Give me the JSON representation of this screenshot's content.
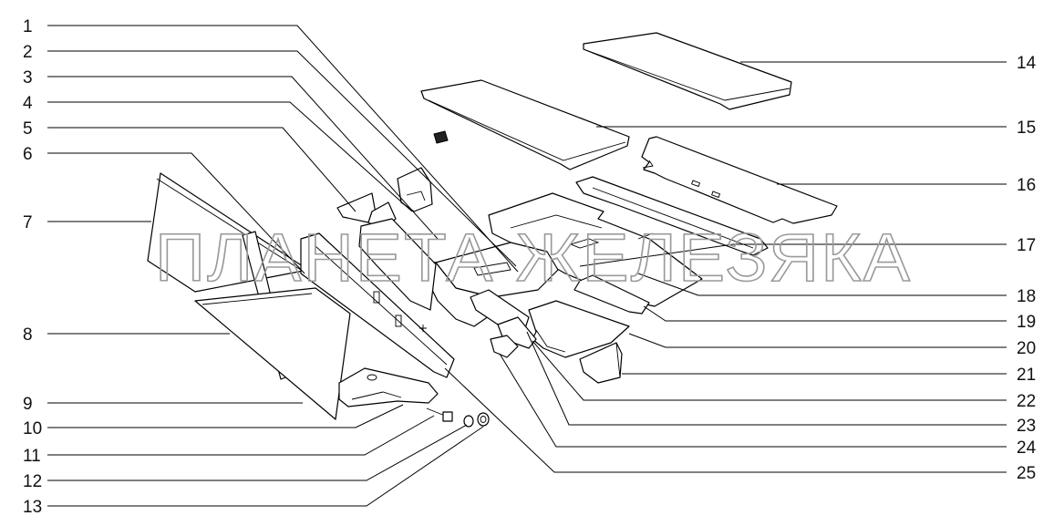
{
  "left_callouts": [
    "1",
    "2",
    "3",
    "4",
    "5",
    "6",
    "7",
    "8",
    "9",
    "10",
    "11",
    "12",
    "13"
  ],
  "right_callouts": [
    "14",
    "15",
    "16",
    "17",
    "18",
    "19",
    "20",
    "21",
    "22",
    "23",
    "24",
    "25"
  ],
  "watermark": "ПЛАНЕТА ЖЕЛЕЗЯКА",
  "colors": {
    "line": "#000000",
    "background": "#ffffff",
    "watermark": "#9a9a9a"
  }
}
